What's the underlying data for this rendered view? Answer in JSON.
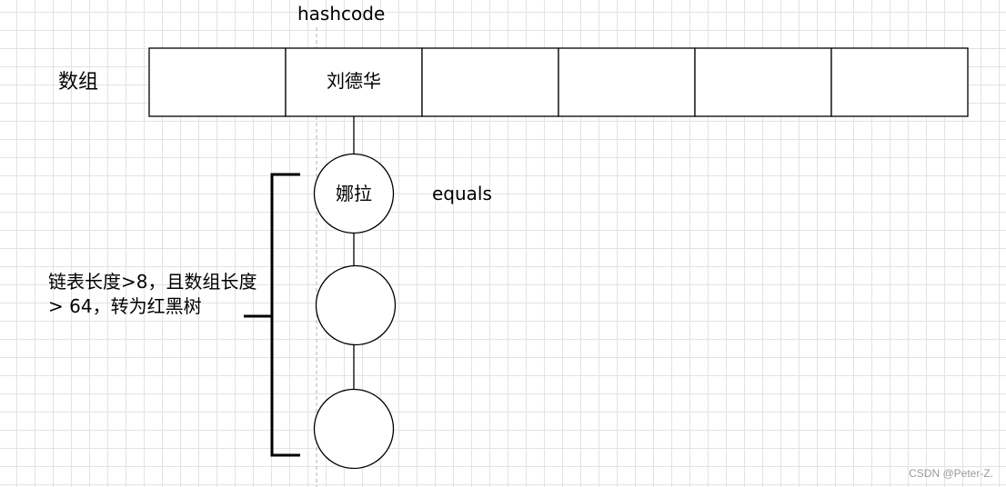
{
  "hashcode_label": "hashcode",
  "array_label": "数组",
  "array_cells": [
    "",
    "刘德华",
    "",
    "",
    "",
    ""
  ],
  "chain_nodes": [
    "娜拉",
    "",
    ""
  ],
  "equals_label": "equals",
  "treeify_note": "链表长度>8，且数组长度 > 64，转为红黑树",
  "watermark": "CSDN @Peter-Z."
}
